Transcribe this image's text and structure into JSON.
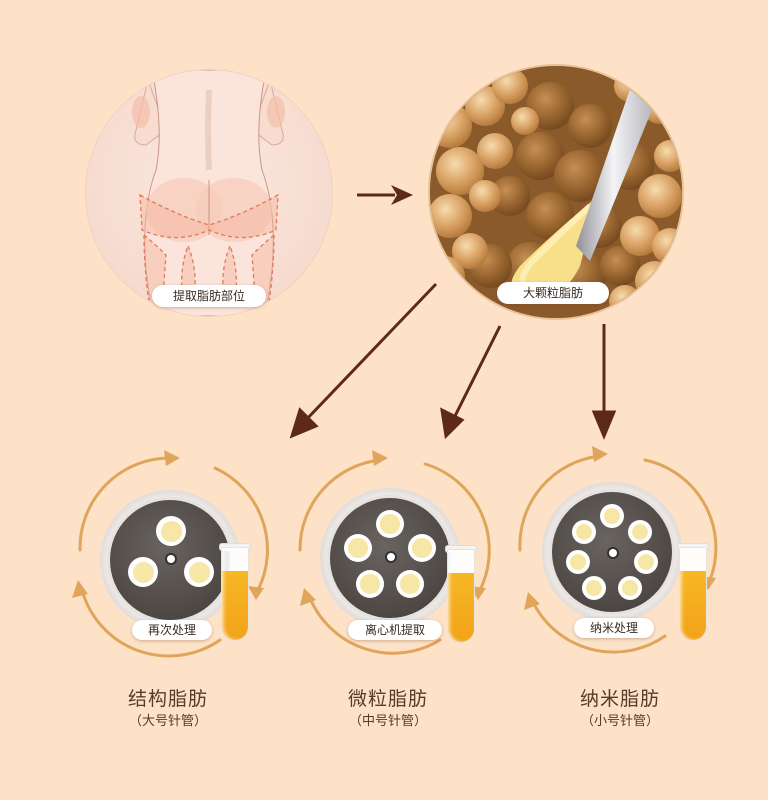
{
  "colors": {
    "background": "#fde2c8",
    "arrow": "#5e2a18",
    "orbit": "#e0a45a",
    "title_text": "#5a3a2a",
    "rotor_disc": "#4e4845",
    "fat_yellow": "#f6e7a6",
    "tube_fill": "#f3a218"
  },
  "top": {
    "source": {
      "label": "提取脂肪部位",
      "icon": "body-back-illustration"
    },
    "arrow": "right-arrow",
    "fat": {
      "label": "大颗粒脂肪",
      "icon": "fat-cells-cannula-illustration"
    }
  },
  "branches": [
    {
      "pill": "再次处理",
      "wells": 3,
      "title": "结构脂肪",
      "subtitle": "（大号针管）"
    },
    {
      "pill": "离心机提取",
      "wells": 5,
      "title": "微粒脂肪",
      "subtitle": "（中号针管）"
    },
    {
      "pill": "纳米处理",
      "wells": 7,
      "title": "纳米脂肪",
      "subtitle": "（小号针管）"
    }
  ]
}
